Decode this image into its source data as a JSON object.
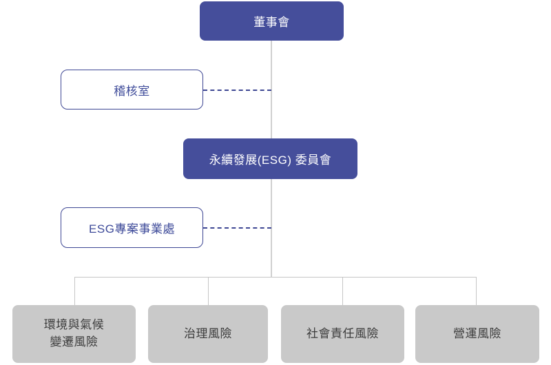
{
  "nodes": {
    "board": {
      "label": "董事會",
      "style": "primary"
    },
    "audit": {
      "label": "稽核室",
      "style": "outline"
    },
    "esg_committee": {
      "label": "永續發展(ESG) 委員會",
      "style": "primary"
    },
    "esg_division": {
      "label": "ESG專案事業處",
      "style": "outline"
    },
    "risks": [
      {
        "label": "環境與氣候\n變遷風險"
      },
      {
        "label": "治理風險"
      },
      {
        "label": "社會責任風險"
      },
      {
        "label": "營運風險"
      }
    ]
  },
  "colors": {
    "primary_box_bg": "#454e9b",
    "primary_box_text": "#ffffff",
    "outline_box_border": "#3d4693",
    "outline_box_text": "#3d4a99",
    "risk_box_bg": "#c9c9c9",
    "risk_box_text": "#3c3c3c",
    "connector_solid": "#c6c6c6",
    "connector_dashed": "#3d4693"
  }
}
